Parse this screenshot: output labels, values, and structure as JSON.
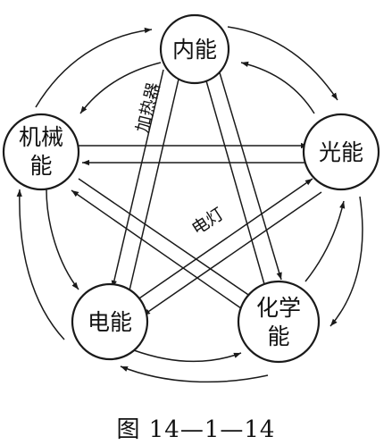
{
  "nodes": {
    "internal": "内能",
    "mechanical_1": "机械",
    "mechanical_2": "能",
    "light": "光能",
    "electric": "电能",
    "chemical_1": "化学",
    "chemical_2": "能"
  },
  "labels": {
    "heater": "加热器",
    "lamp": "电灯"
  },
  "caption": "图 14—1—14"
}
